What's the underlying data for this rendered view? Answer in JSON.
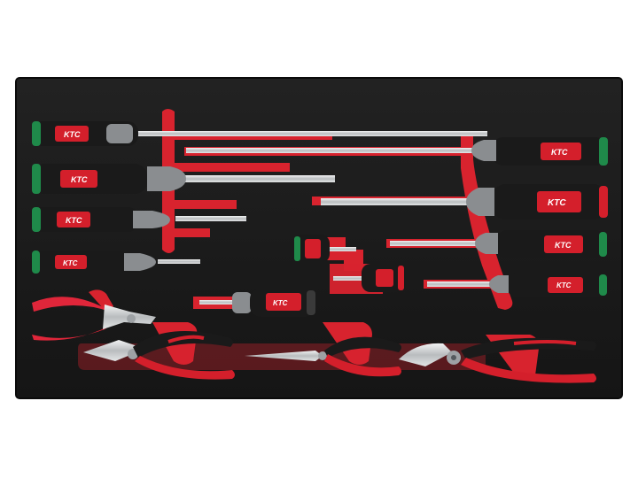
{
  "brand": "KTC",
  "colors": {
    "background": "#ffffff",
    "foam": "#1b1b1b",
    "foam_edge": "#0e0e0e",
    "tray_red": "#d8232e",
    "handle_black": "#1a1a1a",
    "handle_red": "#d41f2b",
    "handle_grey": "#8a8d90",
    "steel": "#c9ccce",
    "bit_green": "#1f8a4a"
  },
  "tools": {
    "screwdrivers_left": [
      {
        "name": "slotted-screwdriver-long",
        "tip": "slotted"
      },
      {
        "name": "slotted-screwdriver-large",
        "tip": "slotted"
      },
      {
        "name": "slotted-screwdriver-medium",
        "tip": "slotted"
      },
      {
        "name": "slotted-screwdriver-small",
        "tip": "slotted"
      }
    ],
    "screwdrivers_right": [
      {
        "name": "phillips-screwdriver-long",
        "tip": "phillips"
      },
      {
        "name": "phillips-screwdriver-large",
        "tip": "phillips"
      },
      {
        "name": "phillips-screwdriver-medium",
        "tip": "phillips"
      },
      {
        "name": "phillips-screwdriver-small",
        "tip": "phillips"
      }
    ],
    "stubby_screwdrivers": [
      {
        "name": "stubby-slotted-screwdriver"
      },
      {
        "name": "stubby-phillips-screwdriver"
      }
    ],
    "ratchet_screwdriver": {
      "name": "ratchet-screwdriver"
    },
    "pliers": [
      {
        "name": "diagonal-cutter-small"
      },
      {
        "name": "diagonal-cutter"
      },
      {
        "name": "needle-nose-pliers"
      },
      {
        "name": "slip-joint-pliers"
      }
    ]
  }
}
